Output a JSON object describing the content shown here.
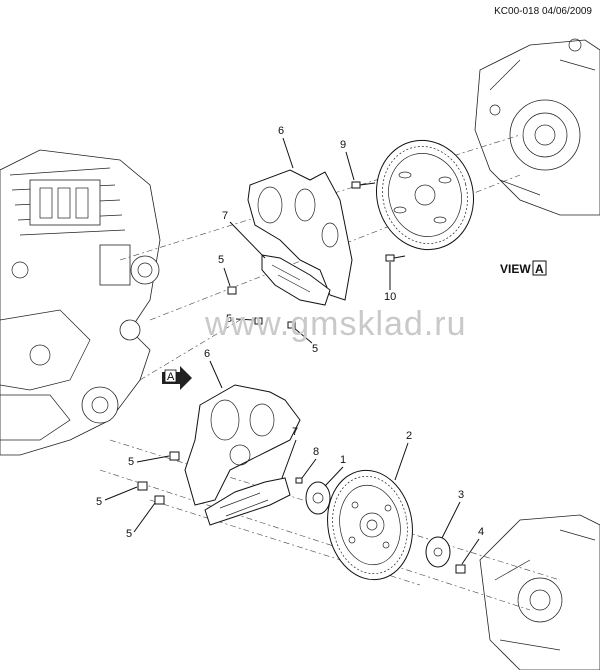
{
  "header": {
    "code": "KC00-018 04/06/2009"
  },
  "watermark": "www.gmsklad.ru",
  "view": {
    "label": "VIEW",
    "letter": "A"
  },
  "arrow_marker": "A",
  "callouts": {
    "top_6": "6",
    "top_7": "7",
    "top_9": "9",
    "top_10": "10",
    "top_5a": "5",
    "top_5b": "5",
    "top_5c": "5",
    "bot_6": "6",
    "bot_7": "7",
    "bot_8": "8",
    "bot_1": "1",
    "bot_2": "2",
    "bot_3": "3",
    "bot_4": "4",
    "bot_5a": "5",
    "bot_5b": "5",
    "bot_5c": "5"
  }
}
